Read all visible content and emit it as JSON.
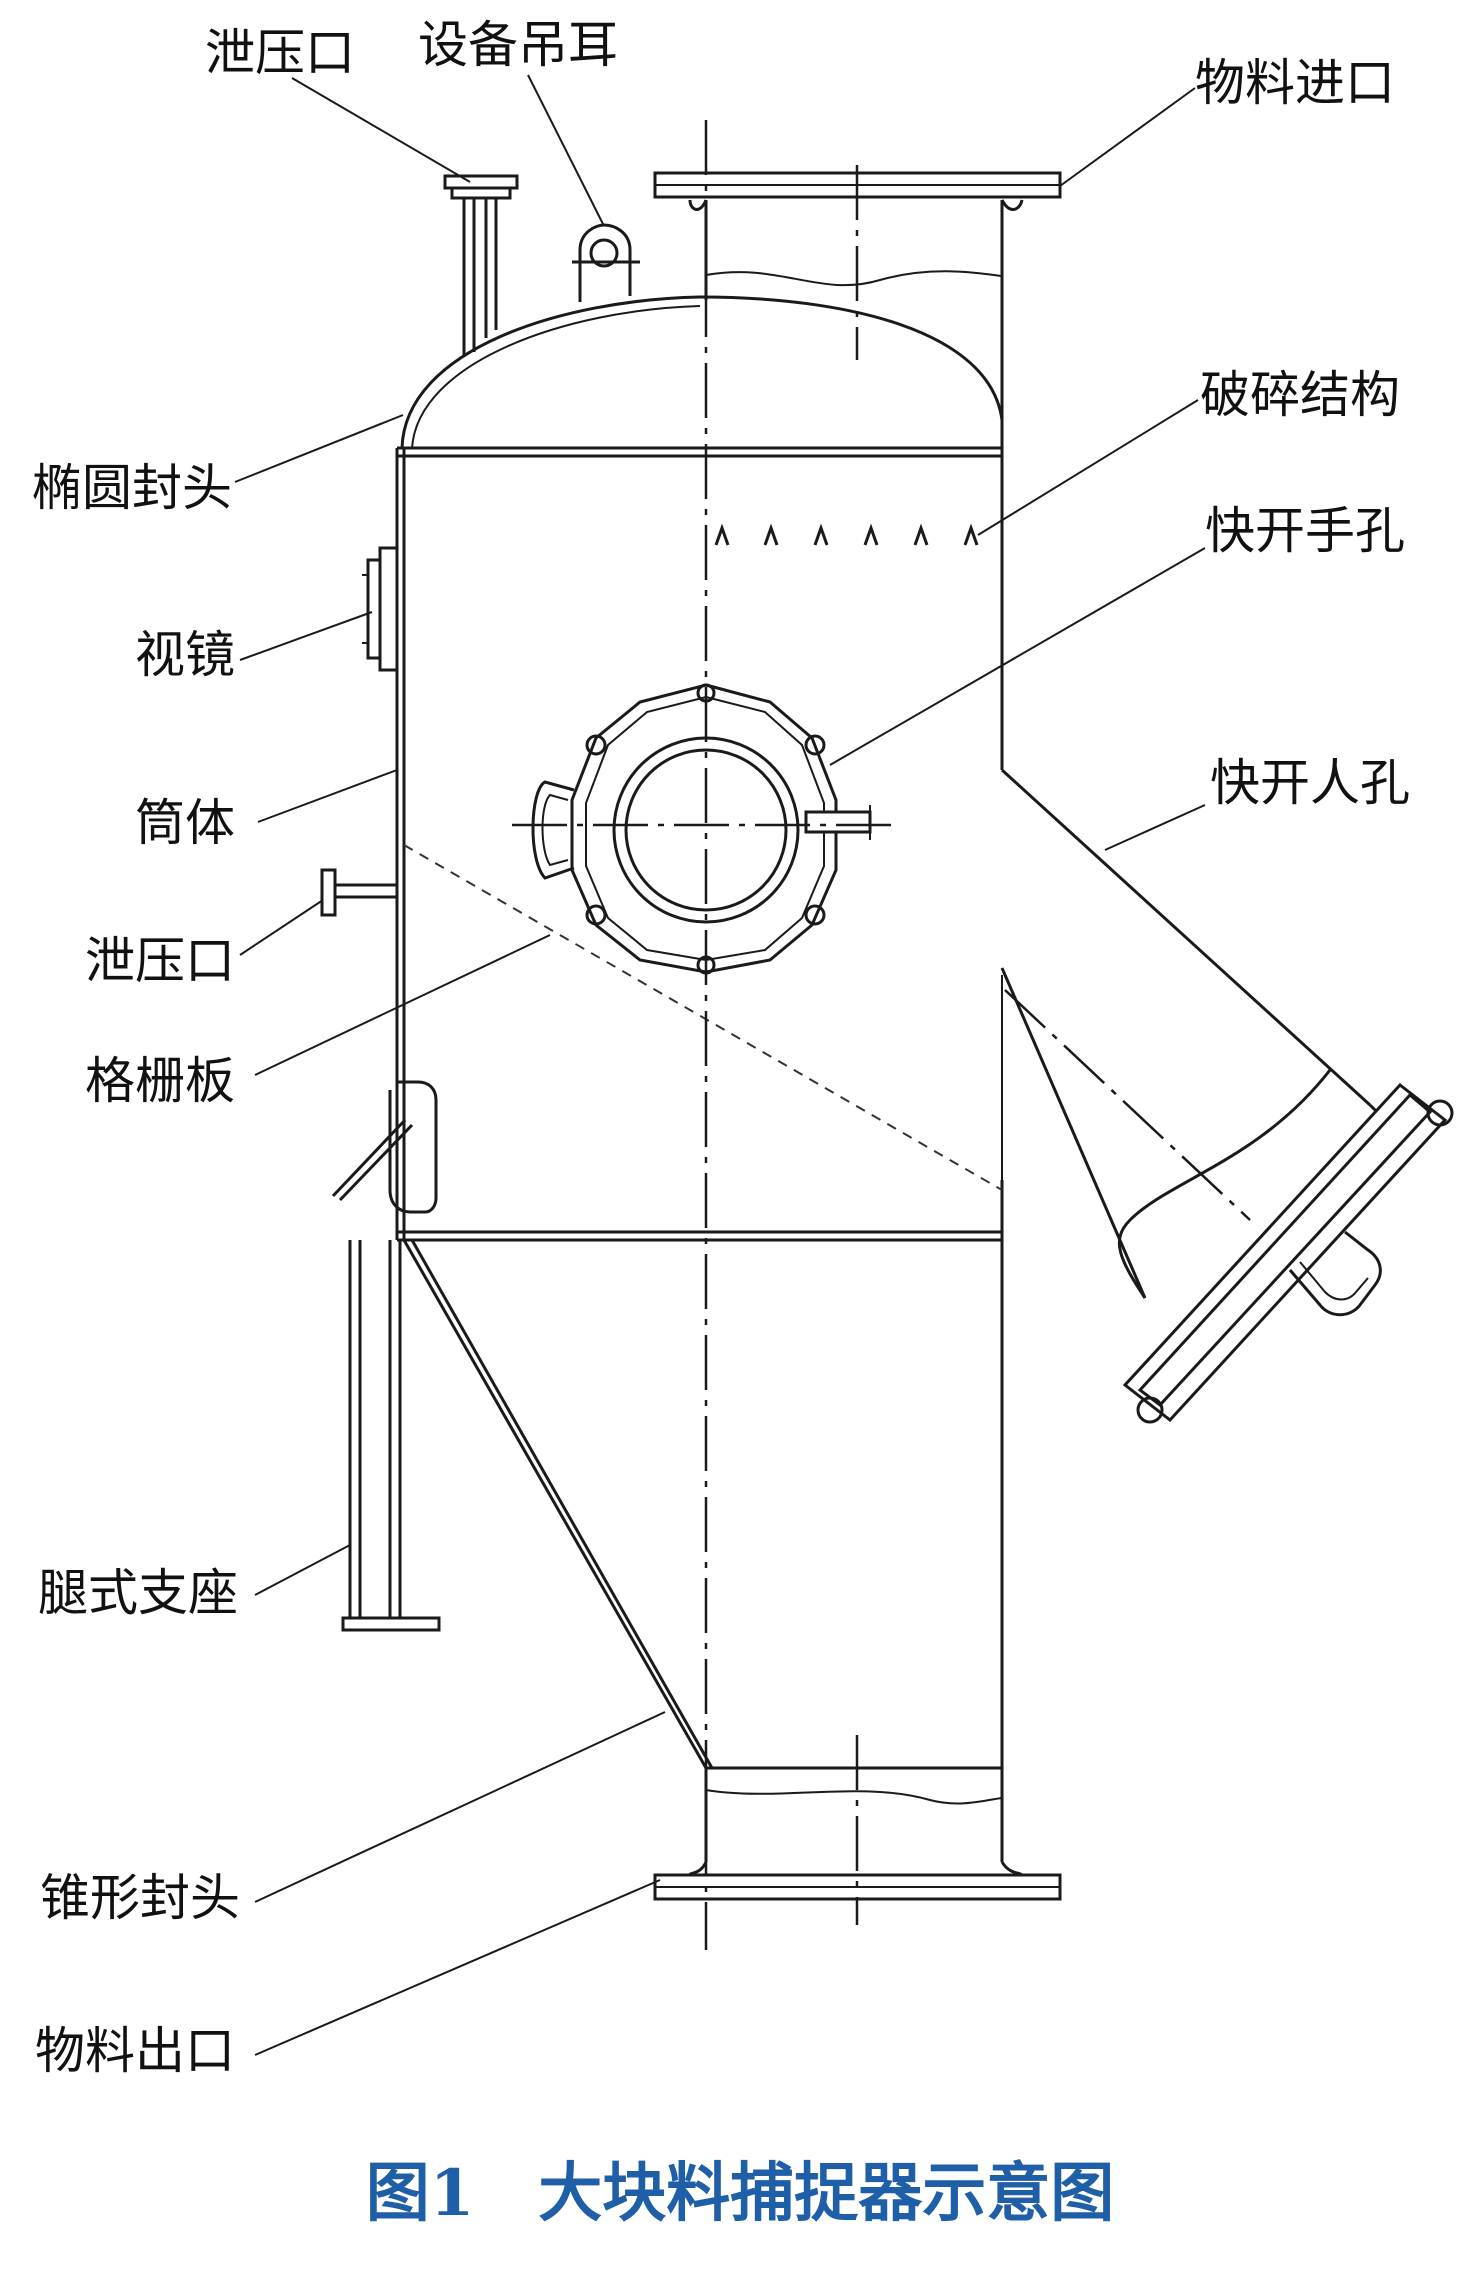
{
  "figure": {
    "caption": "图1　大块料捕捉器示意图",
    "caption_color": "#1f5fa8"
  },
  "labels": {
    "vent_top": "泄压口",
    "lifting_lug": "设备吊耳",
    "material_inlet": "物料进口",
    "elliptical_head": "椭圆封头",
    "crushing_structure": "破碎结构",
    "quick_hand_hole": "快开手孔",
    "sight_glass": "视镜",
    "shell": "筒体",
    "quick_manhole": "快开人孔",
    "vent_side": "泄压口",
    "grid_plate": "格栅板",
    "leg_support": "腿式支座",
    "conical_head": "锥形封头",
    "material_outlet": "物料出口"
  }
}
